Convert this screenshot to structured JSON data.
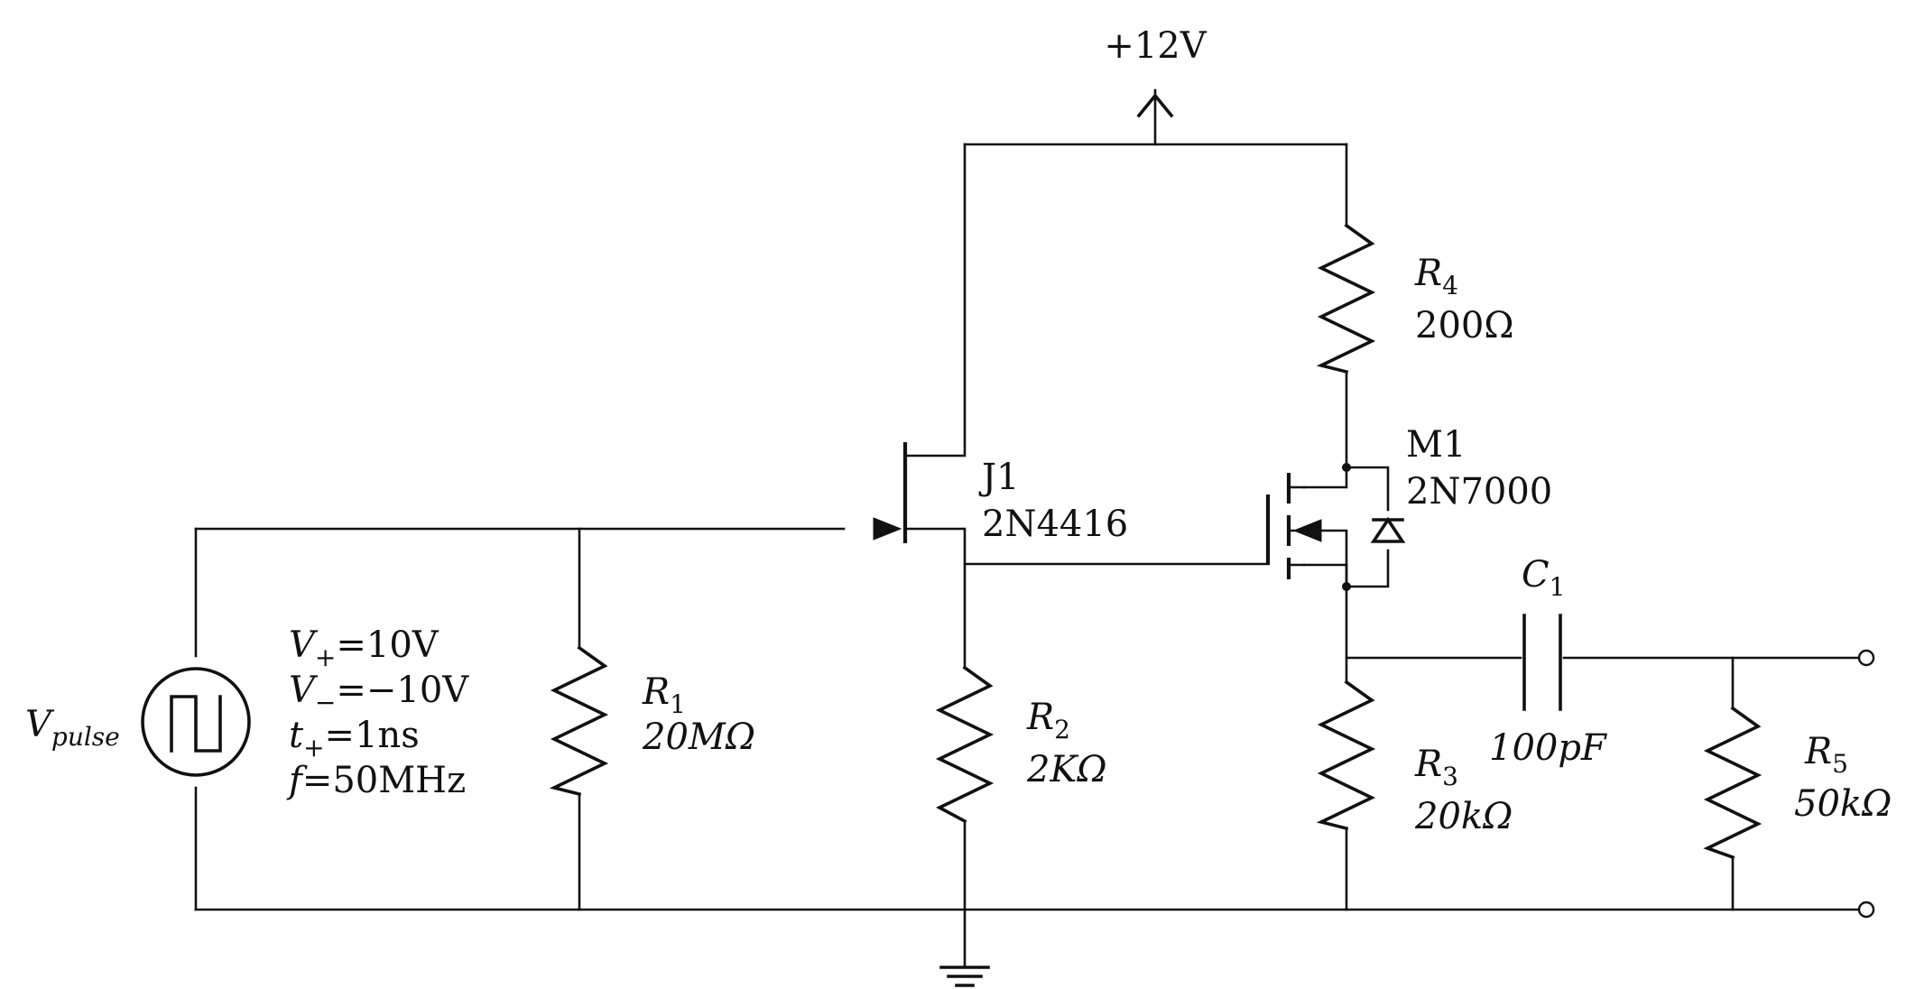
{
  "supply": {
    "label": "+12V"
  },
  "source": {
    "name_main": "V",
    "name_sub": "pulse",
    "params": [
      {
        "sym": "V",
        "sub": "+",
        "rest": "=10V"
      },
      {
        "sym": "V",
        "sub": "−",
        "rest": "=−10V"
      },
      {
        "sym": "t",
        "sub": "+",
        "rest": "=1ns"
      },
      {
        "sym": "f",
        "sub": "",
        "rest": "=50MHz"
      }
    ]
  },
  "jfet": {
    "name": "J1",
    "part": "2N4416"
  },
  "mosfet": {
    "name": "M1",
    "part": "2N7000"
  },
  "resistors": {
    "r1": {
      "sym": "R",
      "sub": "1",
      "value": "20MΩ"
    },
    "r2": {
      "sym": "R",
      "sub": "2",
      "value": "2KΩ"
    },
    "r3": {
      "sym": "R",
      "sub": "3",
      "value": "20kΩ"
    },
    "r4": {
      "sym": "R",
      "sub": "4",
      "value": "200Ω"
    },
    "r5": {
      "sym": "R",
      "sub": "5",
      "value": "50kΩ"
    }
  },
  "capacitor": {
    "sym": "C",
    "sub": "1",
    "value": "100pF"
  }
}
